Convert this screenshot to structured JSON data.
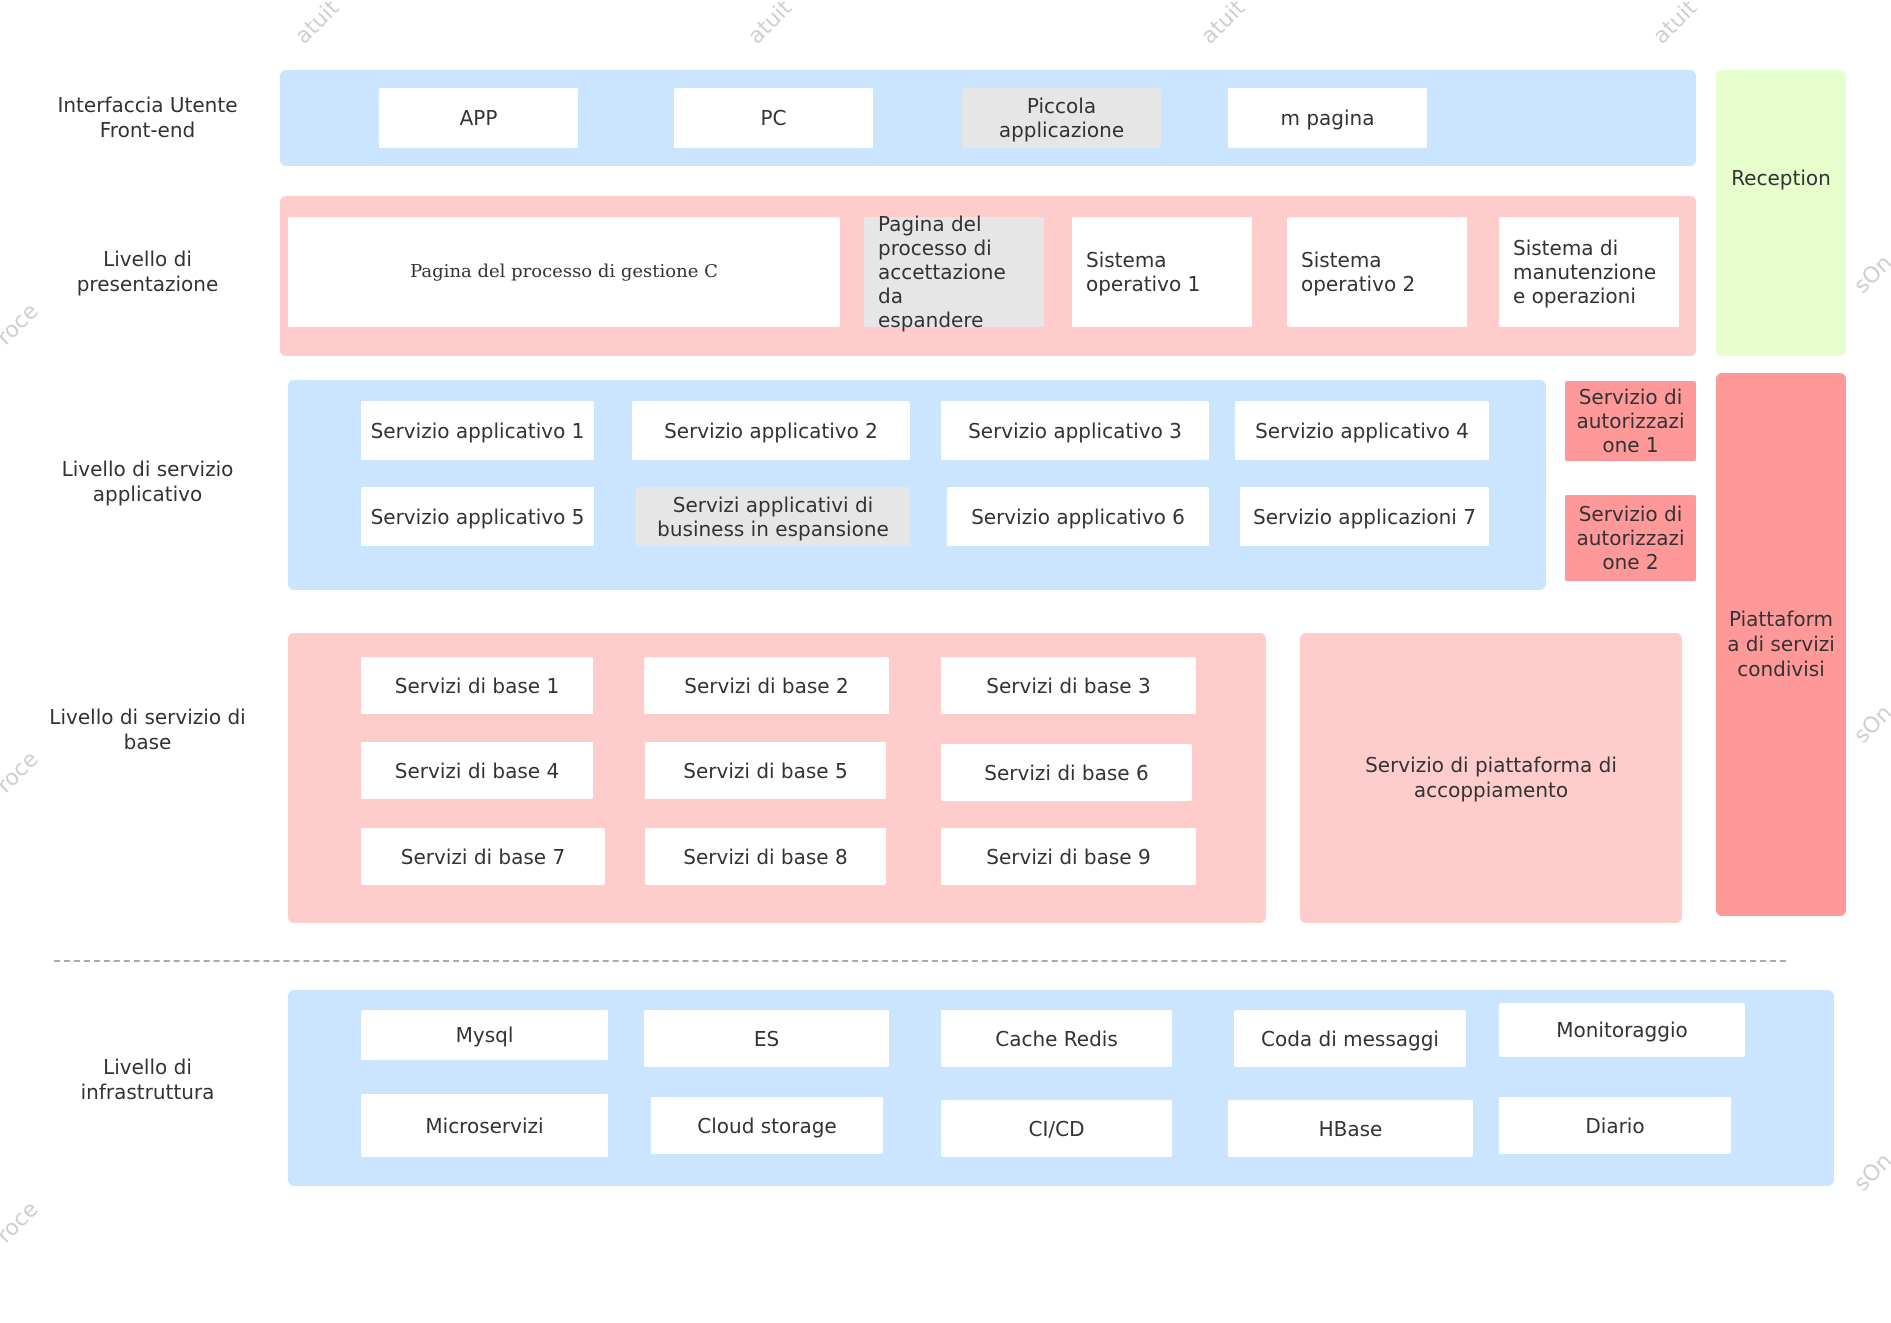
{
  "layers": {
    "frontend": "Interfaccia Utente\nFront-end",
    "presentation": "Livello di\npresentazione",
    "app_service": "Livello di servizio\napplicativo",
    "base_service": "Livello di servizio di\nbase",
    "infrastructure": "Livello di\ninfrastruttura"
  },
  "frontend": {
    "items": [
      "APP",
      "PC",
      "Piccola\napplicazione",
      "m pagina"
    ]
  },
  "presentation": {
    "items": [
      "Pagina del processo di gestione C",
      "Pagina del\nprocesso di\naccettazione da\nespandere",
      "Sistema\noperativo 1",
      "Sistema\noperativo 2",
      "Sistema di\nmanutenzione\ne operazioni"
    ]
  },
  "app_service": {
    "items": [
      "Servizio applicativo 1",
      "Servizio applicativo 2",
      "Servizio applicativo 3",
      "Servizio applicativo 4",
      "Servizio applicativo 5",
      "Servizi applicativi di\nbusiness in espansione",
      "Servizio applicativo 6",
      "Servizio applicazioni 7"
    ],
    "auth": [
      "Servizio di\nautorizzazi\none 1",
      "Servizio di\nautorizzazi\none 2"
    ]
  },
  "base_service": {
    "items": [
      "Servizi di base 1",
      "Servizi di base 2",
      "Servizi di base 3",
      "Servizi di base 4",
      "Servizi di base 5",
      "Servizi di base 6",
      "Servizi di base 7",
      "Servizi di base 8",
      "Servizi di base 9"
    ],
    "platform": "Servizio di piattaforma di\naccoppiamento"
  },
  "infrastructure": {
    "items": [
      "Mysql",
      "ES",
      "Cache Redis",
      "Coda di messaggi",
      "Monitoraggio",
      "Microservizi",
      "Cloud storage",
      "CI/CD",
      "HBase",
      "Diario"
    ]
  },
  "side": {
    "reception": "Reception",
    "shared_platform": "Piattaform\na di servizi\ncondivisi"
  },
  "colors": {
    "blue_band": "#cce5ff",
    "pink_band": "#ffcccc",
    "green_band": "#e6ffcc",
    "red_band": "#ff9999",
    "grey_box": "#e6e6e6"
  }
}
